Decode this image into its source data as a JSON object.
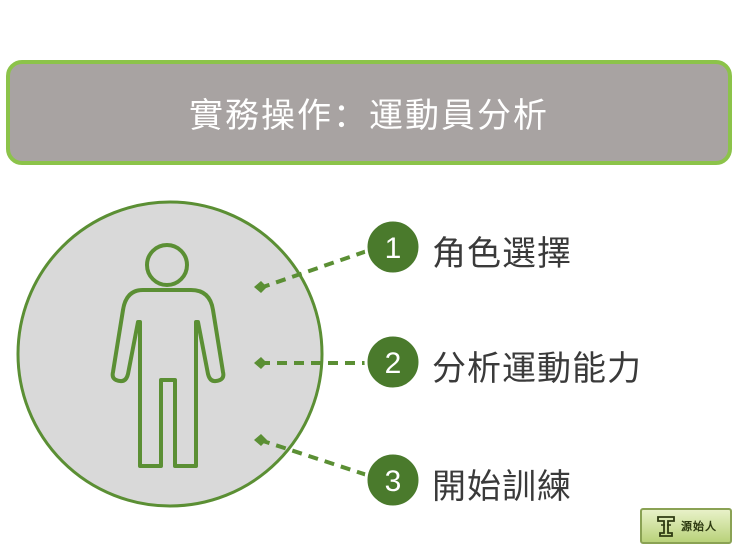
{
  "title": "實務操作：運動員分析",
  "items": [
    {
      "number": "1",
      "label": "角色選擇"
    },
    {
      "number": "2",
      "label": "分析運動能力"
    },
    {
      "number": "3",
      "label": "開始訓練"
    }
  ],
  "logo": {
    "text": "源始人"
  },
  "colors": {
    "accent_green": "#5b8f34",
    "title_bg": "#a8a3a2",
    "title_border": "#8cc34a",
    "circle_fill": "#d9d9d9"
  }
}
